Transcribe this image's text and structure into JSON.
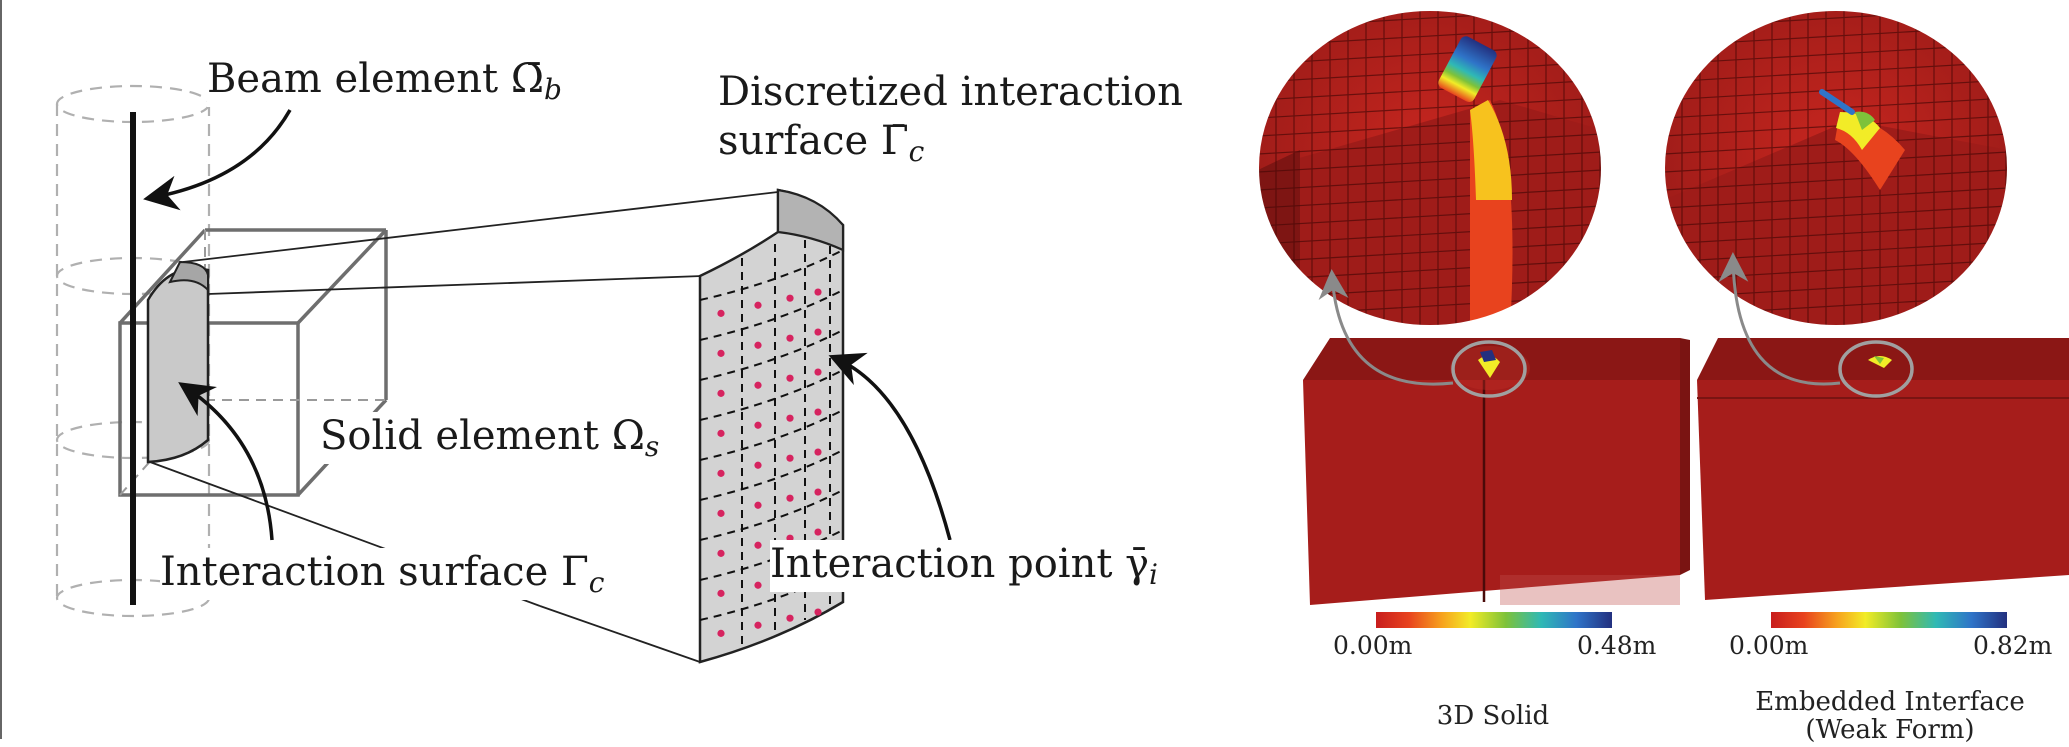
{
  "left": {
    "beam_label": {
      "text": "Beam element ",
      "symbol": "Ω̄",
      "sub": "b"
    },
    "surface_label_line1": "Discretized interaction",
    "surface_label_line2": {
      "text": "surface ",
      "symbol": "Γ̄",
      "sub": "c"
    },
    "solid_label": {
      "text": "Solid element ",
      "symbol": "Ω",
      "sub": "s"
    },
    "interaction_surface_label": {
      "text": "Interaction surface ",
      "symbol": "Γ",
      "sub": "c"
    },
    "interaction_point_label": {
      "text": "Interaction point ",
      "symbol": "γ̄",
      "sub": "i"
    }
  },
  "right": {
    "left_panel": {
      "caption": "3D Solid",
      "scale_min": "0.00m",
      "scale_max": "0.48m"
    },
    "right_panel": {
      "caption_line1": "Embedded Interface",
      "caption_line2": "(Weak Form)",
      "scale_min": "0.00m",
      "scale_max": "0.82m"
    },
    "colors": {
      "solid_red": "#a81e1c",
      "dark_red": "#7e1513",
      "scale": [
        "#c81d1d",
        "#e8431e",
        "#f7a21e",
        "#f2ec27",
        "#7ec23a",
        "#2fb9b5",
        "#2f74c8",
        "#23307f"
      ]
    }
  }
}
